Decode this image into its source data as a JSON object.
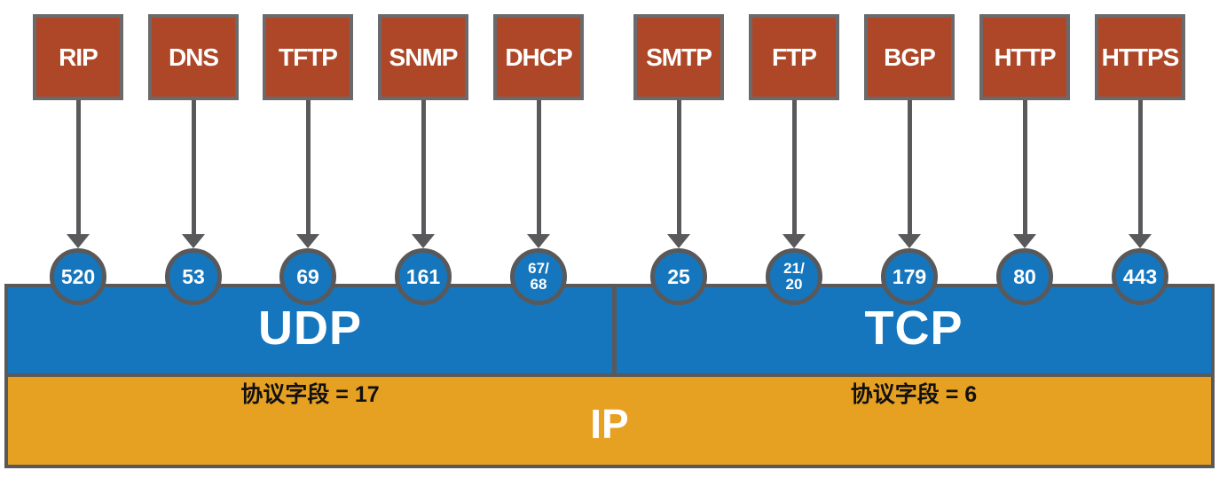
{
  "columns": [
    {
      "protocol": "RIP",
      "port": "520",
      "port_display": "520"
    },
    {
      "protocol": "DNS",
      "port": "53",
      "port_display": "53"
    },
    {
      "protocol": "TFTP",
      "port": "69",
      "port_display": "69"
    },
    {
      "protocol": "SNMP",
      "port": "161",
      "port_display": "161"
    },
    {
      "protocol": "DHCP",
      "port": "67/68",
      "port_display": "67/\n68"
    },
    {
      "protocol": "SMTP",
      "port": "25",
      "port_display": "25"
    },
    {
      "protocol": "FTP",
      "port": "21/20",
      "port_display": "21/\n20"
    },
    {
      "protocol": "BGP",
      "port": "179",
      "port_display": "179"
    },
    {
      "protocol": "HTTP",
      "port": "80",
      "port_display": "80"
    },
    {
      "protocol": "HTTPS",
      "port": "443",
      "port_display": "443"
    }
  ],
  "transport": {
    "udp_label": "UDP",
    "tcp_label": "TCP"
  },
  "network": {
    "ip_label": "IP",
    "udp_protocol_field": "协议字段 = 17",
    "tcp_protocol_field": "协议字段 = 6"
  },
  "colors": {
    "protocol_box_red": "#ad4728",
    "transport_and_port_blue": "#1576bd",
    "network_orange": "#e7a122",
    "outline_gray": "#59595b",
    "label_white": "#ffffff",
    "field_text_black": "#111111"
  }
}
